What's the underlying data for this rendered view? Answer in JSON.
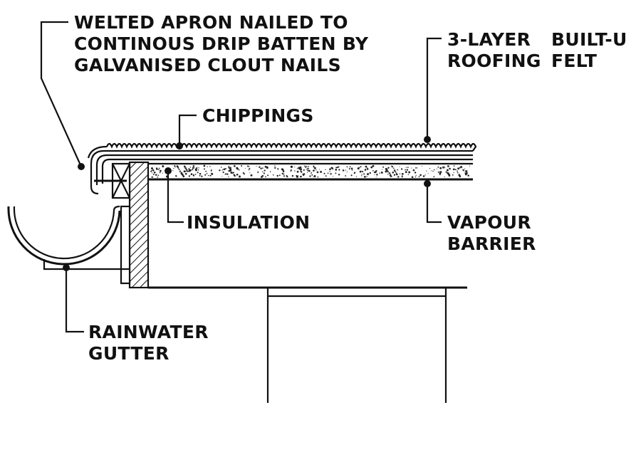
{
  "labels": {
    "apron_line1": "WELTED APRON NAILED TO",
    "apron_line2": "CONTINOUS DRIP BATTEN BY",
    "apron_line3": "GALVANISED CLOUT NAILS",
    "felt_line1a": "3-LAYER",
    "felt_line1b": "BUILT-U",
    "felt_line2a": "ROOFING",
    "felt_line2b": "FELT",
    "chippings": "CHIPPINGS",
    "insulation": "INSULATION",
    "vapour_line1": "VAPOUR",
    "vapour_line2": "BARRIER",
    "gutter_line1": "RAINWATER",
    "gutter_line2": "GUTTER"
  },
  "colors": {
    "ink": "#111111",
    "background": "#ffffff"
  }
}
